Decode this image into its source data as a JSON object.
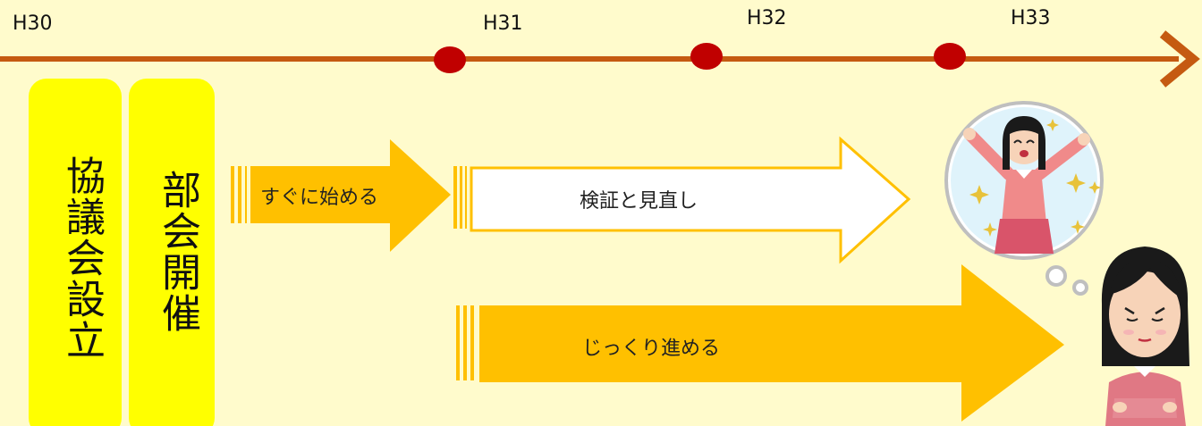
{
  "timeline": {
    "years": [
      "H30",
      "H31",
      "H32",
      "H33"
    ],
    "colors": {
      "line": "#c55a11",
      "dot": "#c00000"
    }
  },
  "phases": {
    "council": "協議会設立",
    "subcommittee": "部会開催"
  },
  "arrows": {
    "start_now": "すぐに始める",
    "review": "検証と見直し",
    "steady": "じっくり進める",
    "colors": {
      "fill": "#ffc000",
      "outline": "#ffc000",
      "white": "#ffffff"
    }
  },
  "illustrations": [
    "happy-woman-illustration",
    "thinking-woman-illustration"
  ]
}
